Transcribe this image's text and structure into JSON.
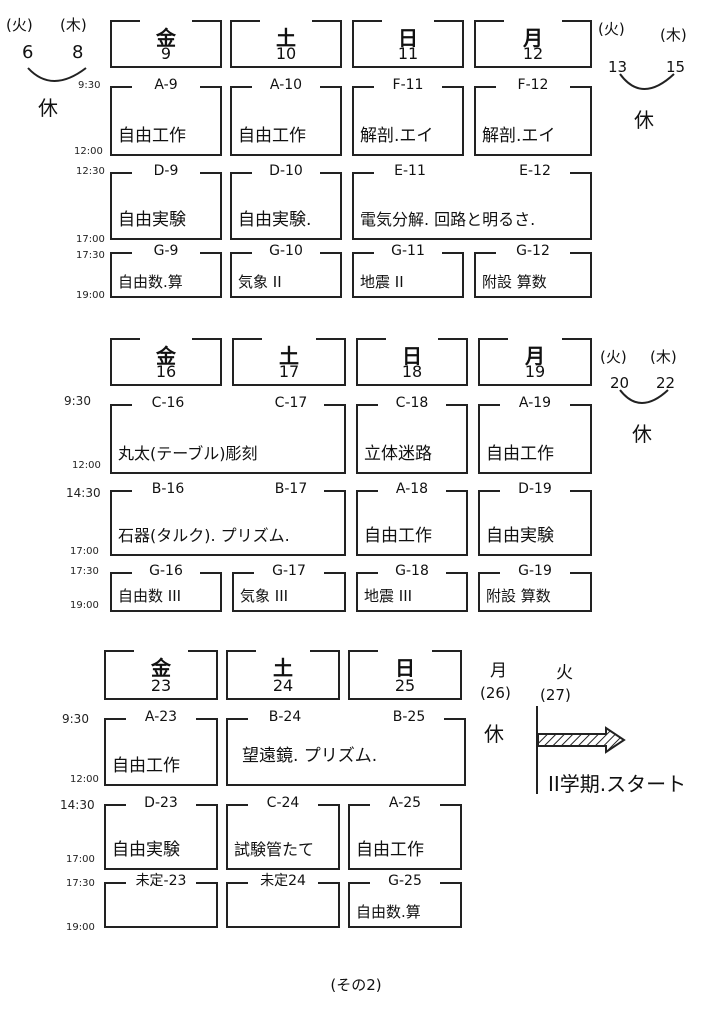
{
  "week1": {
    "left_days": [
      "(火)",
      "(木)"
    ],
    "left_dates": [
      "6",
      "8"
    ],
    "left_closed": "休",
    "right_days": [
      "(火)",
      "(木)"
    ],
    "right_dates": [
      "13",
      "15"
    ],
    "right_closed": "休",
    "headers": [
      {
        "day": "金",
        "date": "9"
      },
      {
        "day": "土",
        "date": "10"
      },
      {
        "day": "日",
        "date": "11"
      },
      {
        "day": "月",
        "date": "12"
      }
    ],
    "times": [
      "9:30",
      "12:00",
      "12:30",
      "17:00",
      "17:30",
      "19:00"
    ],
    "rows": [
      [
        {
          "code": "A-9",
          "text": "自由工作"
        },
        {
          "code": "A-10",
          "text": "自由工作"
        },
        {
          "code": "F-11",
          "text": "解剖.エイ"
        },
        {
          "code": "F-12",
          "text": "解剖.エイ"
        }
      ],
      [
        {
          "code": "D-9",
          "text": "自由実験"
        },
        {
          "code": "D-10",
          "text": "自由実験."
        },
        {
          "code": "E-11",
          "text": "電気分解. 回路と明るさ."
        },
        {
          "code": "E-12",
          "text": ""
        }
      ],
      [
        {
          "code": "G-9",
          "text": "自由数.算"
        },
        {
          "code": "G-10",
          "text": "気象 II"
        },
        {
          "code": "G-11",
          "text": "地震 II"
        },
        {
          "code": "G-12",
          "text": "附設 算数"
        }
      ]
    ]
  },
  "week2": {
    "right_days": [
      "(火)",
      "(木)"
    ],
    "right_dates": [
      "20",
      "22"
    ],
    "right_closed": "休",
    "headers": [
      {
        "day": "金",
        "date": "16"
      },
      {
        "day": "土",
        "date": "17"
      },
      {
        "day": "日",
        "date": "18"
      },
      {
        "day": "月",
        "date": "19"
      }
    ],
    "times": [
      "9:30",
      "12:00",
      "14:30",
      "17:00",
      "17:30",
      "19:00"
    ],
    "rows": [
      [
        {
          "code": "C-16",
          "text": "丸太(テーブル)彫刻"
        },
        {
          "code": "C-17",
          "text": ""
        },
        {
          "code": "C-18",
          "text": "立体迷路"
        },
        {
          "code": "A-19",
          "text": "自由工作"
        }
      ],
      [
        {
          "code": "B-16",
          "text": "石器(タルク). プリズム."
        },
        {
          "code": "B-17",
          "text": ""
        },
        {
          "code": "A-18",
          "text": "自由工作"
        },
        {
          "code": "D-19",
          "text": "自由実験"
        }
      ],
      [
        {
          "code": "G-16",
          "text": "自由数 III"
        },
        {
          "code": "G-17",
          "text": "気象 III"
        },
        {
          "code": "G-18",
          "text": "地震 III"
        },
        {
          "code": "G-19",
          "text": "附設 算数"
        }
      ]
    ]
  },
  "week3": {
    "headers": [
      {
        "day": "金",
        "date": "23"
      },
      {
        "day": "土",
        "date": "24"
      },
      {
        "day": "日",
        "date": "25"
      }
    ],
    "side_day1": "月",
    "side_date1": "(26)",
    "side_closed": "休",
    "side_day2": "火",
    "side_date2": "(27)",
    "start_text": "II学期.スタート",
    "times": [
      "9:30",
      "12:00",
      "14:30",
      "17:00",
      "17:30",
      "19:00"
    ],
    "rows": [
      [
        {
          "code": "A-23",
          "text": "自由工作"
        },
        {
          "code": "B-24",
          "text": "望遠鏡. プリズム."
        },
        {
          "code": "B-25",
          "text": ""
        }
      ],
      [
        {
          "code": "D-23",
          "text": "自由実験"
        },
        {
          "code": "C-24",
          "text": "試験管たて"
        },
        {
          "code": "A-25",
          "text": "自由工作"
        }
      ],
      [
        {
          "code": "未定-23",
          "text": ""
        },
        {
          "code": "未定24",
          "text": ""
        },
        {
          "code": "G-25",
          "text": "自由数.算"
        }
      ]
    ]
  },
  "footer": "(その2)"
}
